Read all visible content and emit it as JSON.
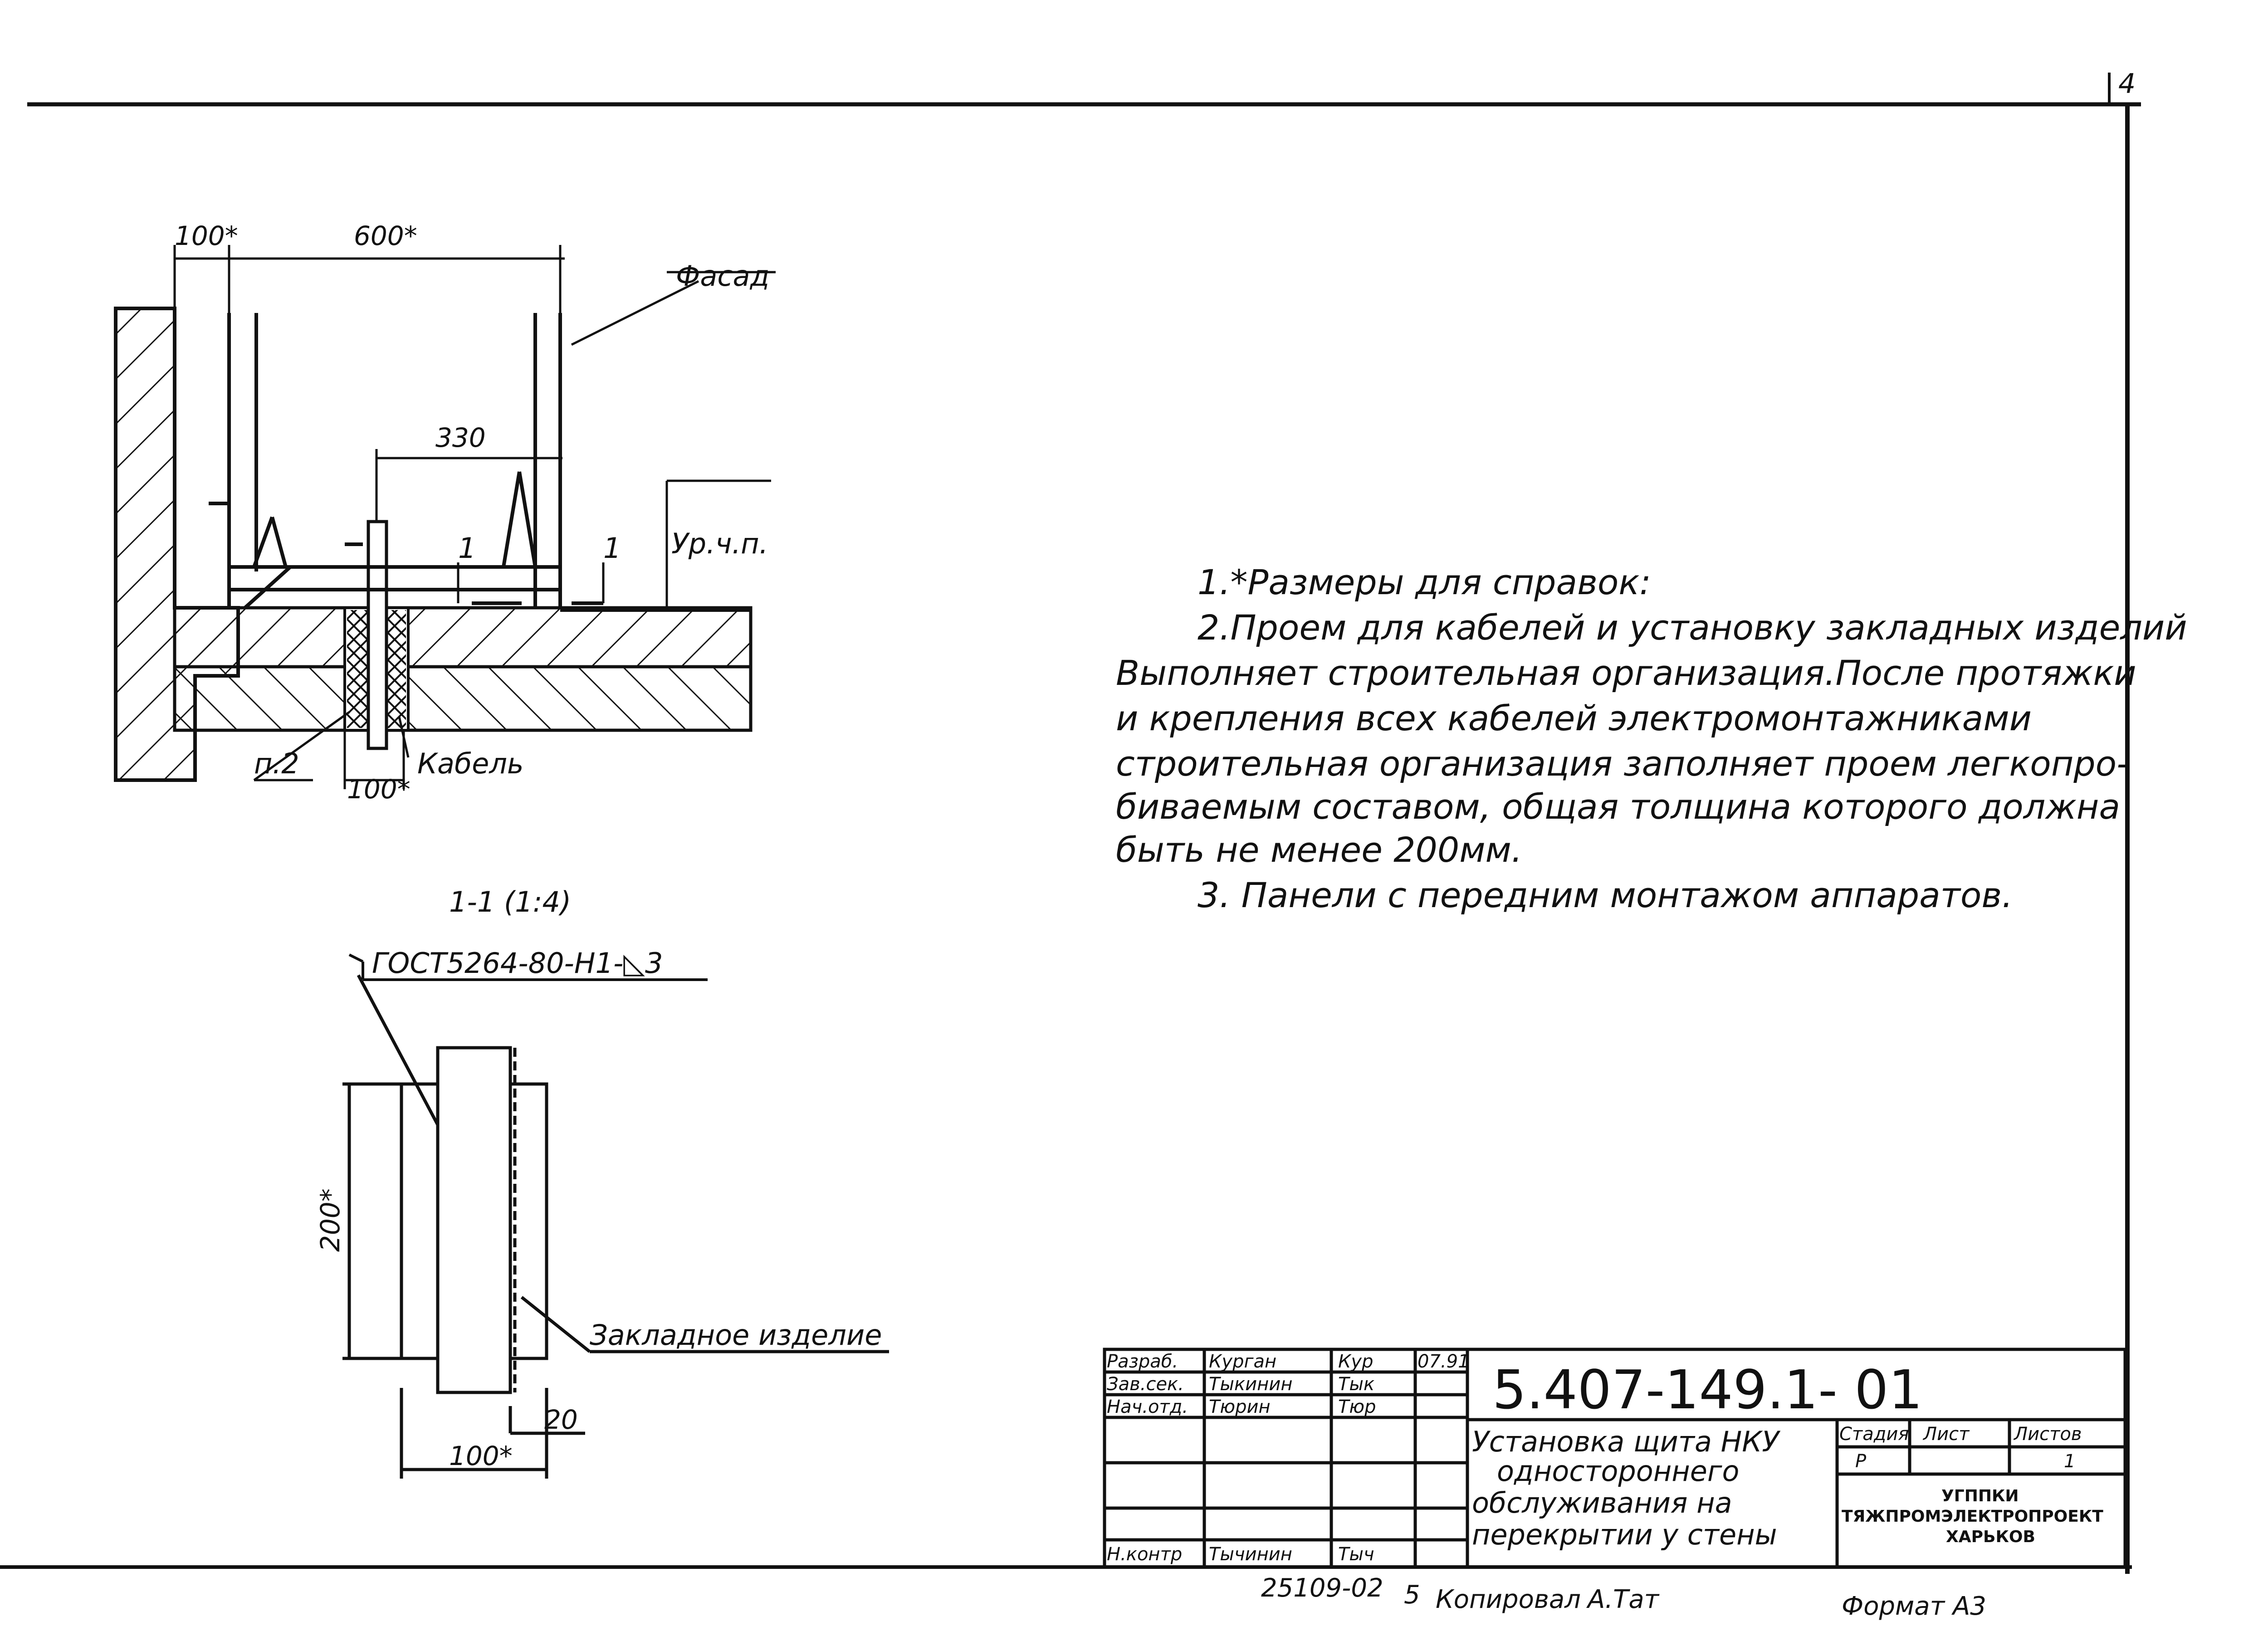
{
  "page_number": "4",
  "plan_view": {
    "dim_100": "100*",
    "dim_600": "600*",
    "dim_330": "330",
    "dim_100_bottom": "100*",
    "label_facade": "Фасад",
    "label_floor_level": "Ур.ч.п.",
    "label_section_mark_left": "1",
    "label_section_mark_right": "1",
    "label_p2": "п.2",
    "label_cable": "Кабель"
  },
  "section_view": {
    "title": "1-1 (1:4)",
    "weld_note": "ГОСТ5264-80-Н1-◺3",
    "dim_200": "200*",
    "dim_20": "20",
    "dim_100": "100*",
    "label_embedded": "Закладное изделие"
  },
  "notes": [
    "1.*Размеры для справок:",
    "2.Проем для кабелей и установку закладных изделий",
    "Выполняет строительная организация.После протяжки",
    "и крепления всех кабелей электромонтажниками",
    "строительная организация заполняет проем легкопро-",
    "биваемым составом, общая толщина которого должна",
    "быть не менее 200мм.",
    "3. Панели с передним монтажом аппаратов."
  ],
  "title_block": {
    "rows": [
      {
        "role": "Разраб.",
        "name": "Курган",
        "sign": "Кур",
        "date": "07.91"
      },
      {
        "role": "Зав.сек.",
        "name": "Тыкинин",
        "sign": "Тык",
        "date": ""
      },
      {
        "role": "Нач.отд.",
        "name": "Тюрин",
        "sign": "Тюр",
        "date": ""
      },
      {
        "role": "",
        "name": "",
        "sign": "",
        "date": ""
      },
      {
        "role": "",
        "name": "",
        "sign": "",
        "date": ""
      },
      {
        "role": "",
        "name": "",
        "sign": "",
        "date": ""
      },
      {
        "role": "Н.контр",
        "name": "Тычинин",
        "sign": "Тыч",
        "date": ""
      }
    ],
    "doc_code": "5.407-149.1- 01",
    "title_lines": [
      "Установка щита НКУ",
      "одностороннего",
      "обслуживания на",
      "перекрытии у стены"
    ],
    "stage_header": "Стадия",
    "sheet_header": "Лист",
    "sheets_header": "Листов",
    "stage_value": "Р",
    "sheet_value": "",
    "sheets_value": "1",
    "org_lines": [
      "УГППКИ",
      "ТЯЖПРОМЭЛЕКТРОПРОЕКТ",
      "ХАРЬКОВ"
    ]
  },
  "footer": {
    "order_number": "25109-02",
    "copy_index": "5",
    "copied_label": "Копировал",
    "copied_sign": "А.Тат",
    "format_label": "Формат А3"
  }
}
